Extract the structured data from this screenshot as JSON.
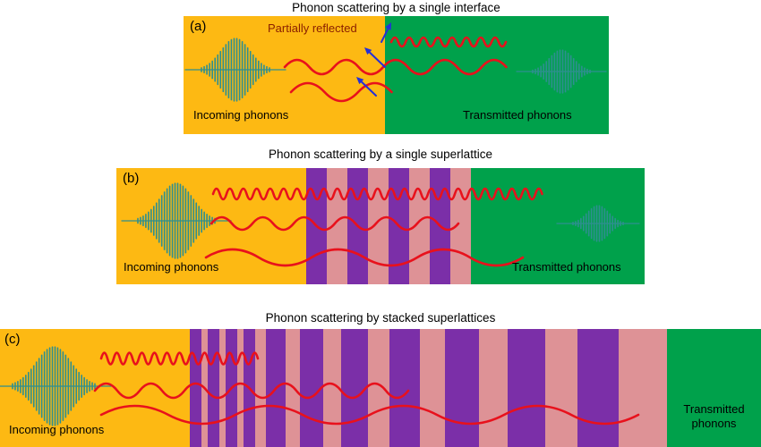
{
  "colors": {
    "orange": "#FDB913",
    "green": "#00A14B",
    "purple": "#7B2FA8",
    "pink": "#DE9296",
    "wave_red": "#E8111C",
    "arrow_blue": "#2430D8",
    "packet_teal": "#2E8F8F",
    "text": "#000000",
    "reflected_text": "#8B2000"
  },
  "panels": {
    "a": {
      "label": "(a)",
      "title": "Phonon scattering by a single interface",
      "partially_reflected_label": "Partially reflected",
      "incoming_label": "Incoming phonons",
      "transmitted_label": "Transmitted phonons"
    },
    "b": {
      "label": "(b)",
      "title": "Phonon scattering by a single superlattice",
      "incoming_label": "Incoming phonons",
      "transmitted_label": "Transmitted phonons"
    },
    "c": {
      "label": "(c)",
      "title": "Phonon scattering by stacked superlattices",
      "incoming_label": "Incoming phonons",
      "transmitted_label": "Transmitted phonons"
    }
  }
}
